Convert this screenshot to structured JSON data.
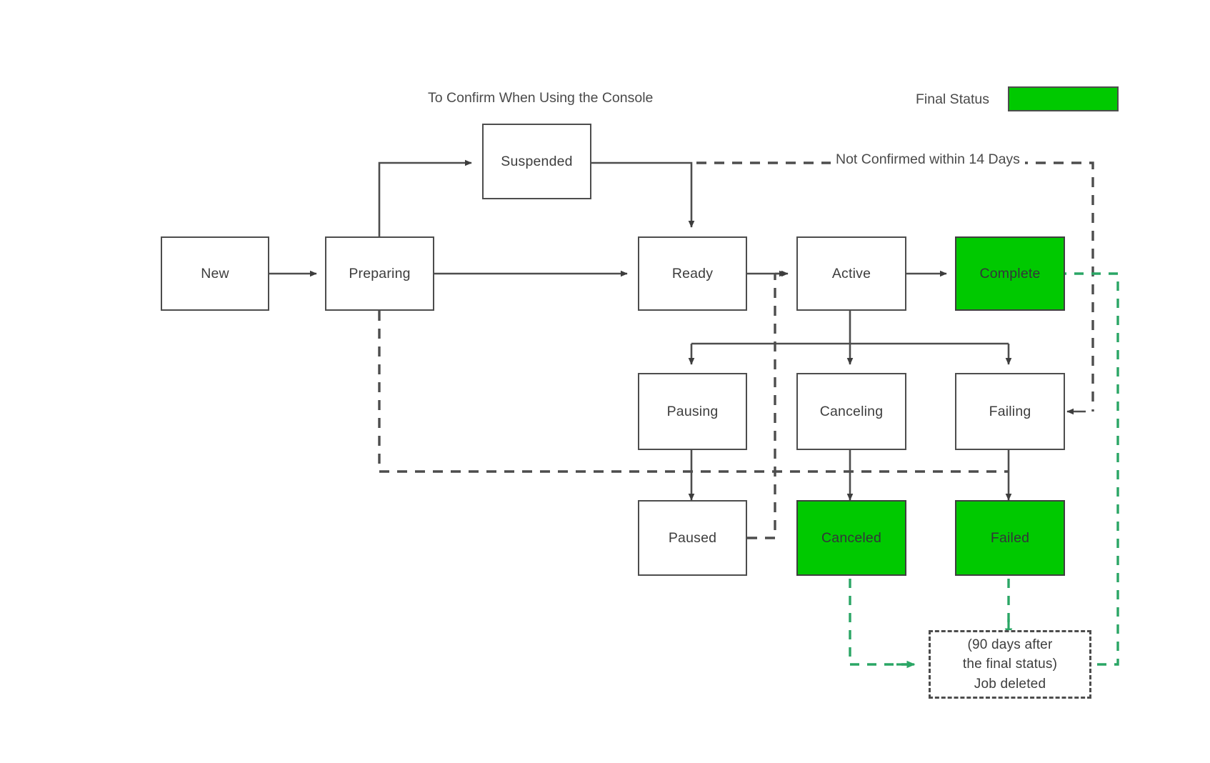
{
  "diagram": {
    "title_caption": "To Confirm When Using the Console",
    "legend": {
      "label": "Final Status",
      "swatch_color": "#00c900"
    },
    "colors": {
      "final_status_green": "#00c900",
      "deletion_arrow_green": "#2aa665",
      "box_border": "#4d4d4d",
      "text": "#3d3d3d",
      "background": "#ffffff"
    },
    "nodes": [
      {
        "id": "new",
        "label": "New",
        "final": false
      },
      {
        "id": "preparing",
        "label": "Preparing",
        "final": false
      },
      {
        "id": "suspended",
        "label": "Suspended",
        "final": false
      },
      {
        "id": "ready",
        "label": "Ready",
        "final": false
      },
      {
        "id": "active",
        "label": "Active",
        "final": false
      },
      {
        "id": "complete",
        "label": "Complete",
        "final": true
      },
      {
        "id": "pausing",
        "label": "Pausing",
        "final": false
      },
      {
        "id": "canceling",
        "label": "Canceling",
        "final": false
      },
      {
        "id": "failing",
        "label": "Failing",
        "final": false
      },
      {
        "id": "paused",
        "label": "Paused",
        "final": false
      },
      {
        "id": "canceled",
        "label": "Canceled",
        "final": true
      },
      {
        "id": "failed",
        "label": "Failed",
        "final": true
      }
    ],
    "deleted_note": {
      "line1": "(90 days after",
      "line2": "the final status)",
      "line3": "Job deleted"
    },
    "edge_labels": {
      "not_confirmed": "Not Confirmed within 14 Days"
    }
  }
}
